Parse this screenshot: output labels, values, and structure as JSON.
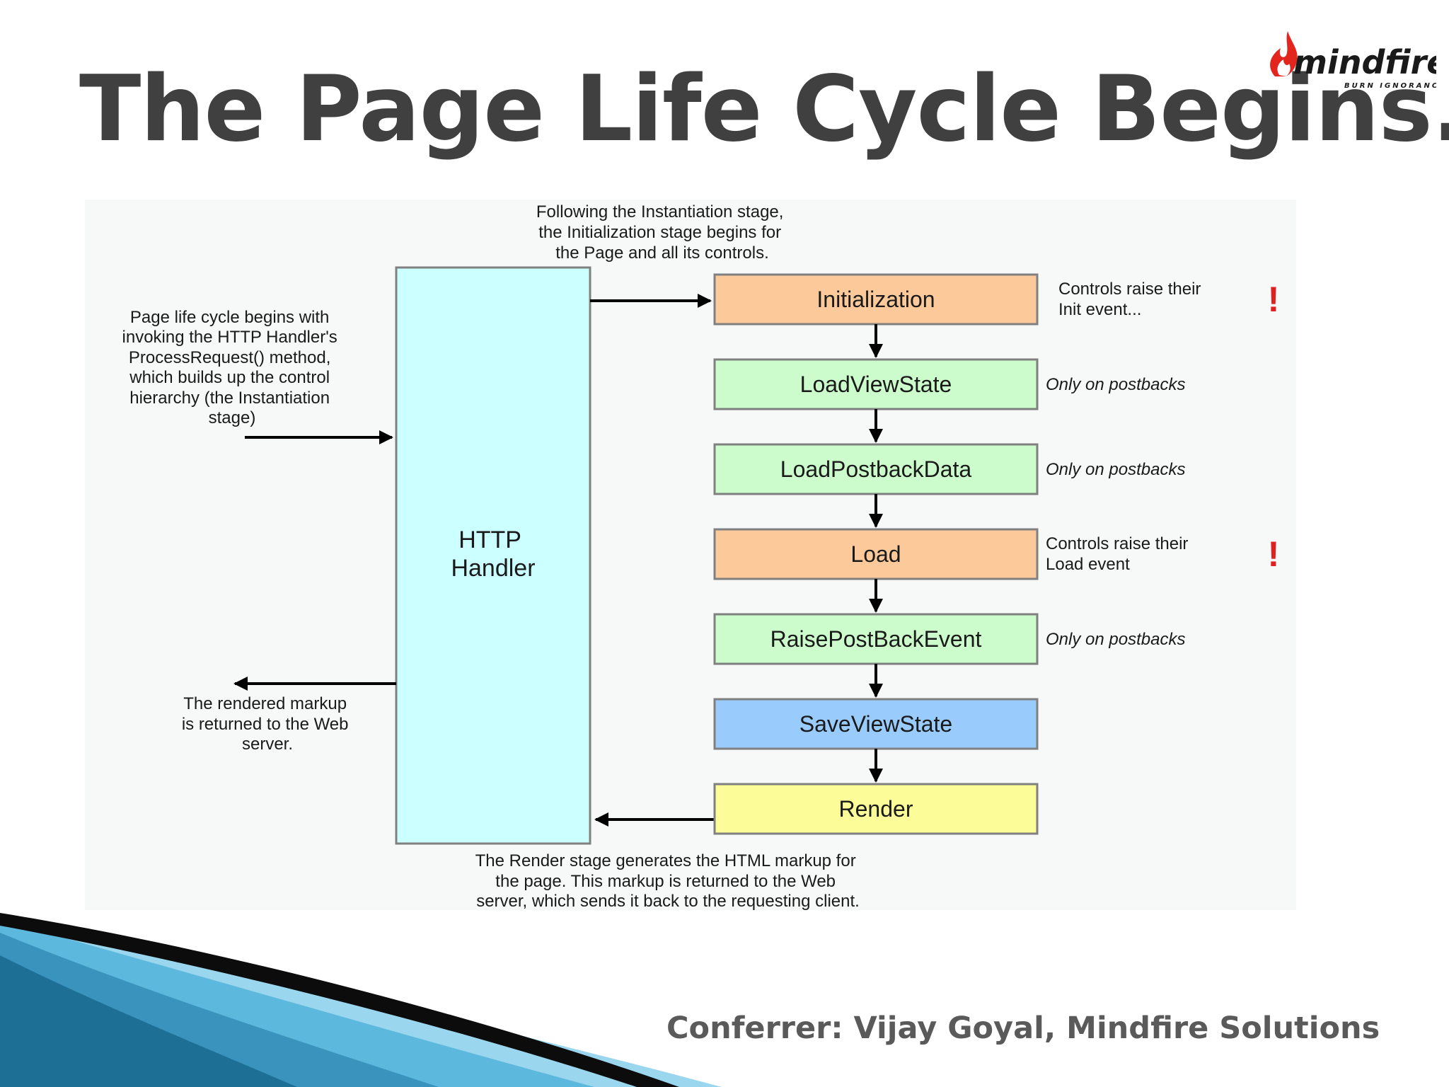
{
  "slide": {
    "title": "The Page Life Cycle Begins..",
    "footer": "Conferrer: Vijay Goyal, Mindfire Solutions"
  },
  "logo": {
    "name": "mindfire",
    "tagline": "BURN IGNORANCE",
    "colors": {
      "flame": "#e3261d",
      "text": "#1a1a1a"
    }
  },
  "diagram": {
    "handler_label": [
      "HTTP",
      "Handler"
    ],
    "top_note": [
      "Following the Instantiation stage,",
      "the Initialization stage begins for",
      "the Page and all its controls."
    ],
    "left_note": [
      "Page life cycle begins with",
      "invoking the HTTP Handler's",
      "ProcessRequest() method,",
      "which builds up the control",
      "hierarchy (the Instantiation",
      "stage)"
    ],
    "return_note": [
      "The rendered markup",
      "is returned to the Web",
      "server."
    ],
    "bottom_note": [
      "The Render stage generates the HTML markup for",
      "the page.  This markup is returned to the Web",
      "server, which sends it back to the requesting client."
    ],
    "stages": [
      {
        "label": "Initialization",
        "color": "#fcc99a",
        "note": [
          "Controls raise their",
          "Init event..."
        ],
        "note_italic": false,
        "alert": "!"
      },
      {
        "label": "LoadViewState",
        "color": "#ccfccc",
        "note": [
          "Only on postbacks"
        ],
        "note_italic": true,
        "alert": ""
      },
      {
        "label": "LoadPostbackData",
        "color": "#ccfccc",
        "note": [
          "Only on postbacks"
        ],
        "note_italic": true,
        "alert": ""
      },
      {
        "label": "Load",
        "color": "#fcc99a",
        "note": [
          "Controls raise their",
          "Load event"
        ],
        "note_italic": false,
        "alert": "!"
      },
      {
        "label": "RaisePostBackEvent",
        "color": "#ccfccc",
        "note": [
          "Only on postbacks"
        ],
        "note_italic": true,
        "alert": ""
      },
      {
        "label": "SaveViewState",
        "color": "#99ccfc",
        "note": [],
        "note_italic": false,
        "alert": ""
      },
      {
        "label": "Render",
        "color": "#fcfc99",
        "note": [],
        "note_italic": false,
        "alert": ""
      }
    ],
    "colors": {
      "handler_fill": "#ccffff",
      "stroke": "#808080",
      "arrow": "#000000",
      "alert": "#e02020",
      "text": "#1a1a1a"
    }
  },
  "decoration": {
    "swoosh_colors": [
      "#1e6f96",
      "#5db8de",
      "#9ad6ee",
      "#0c0c0c"
    ]
  }
}
